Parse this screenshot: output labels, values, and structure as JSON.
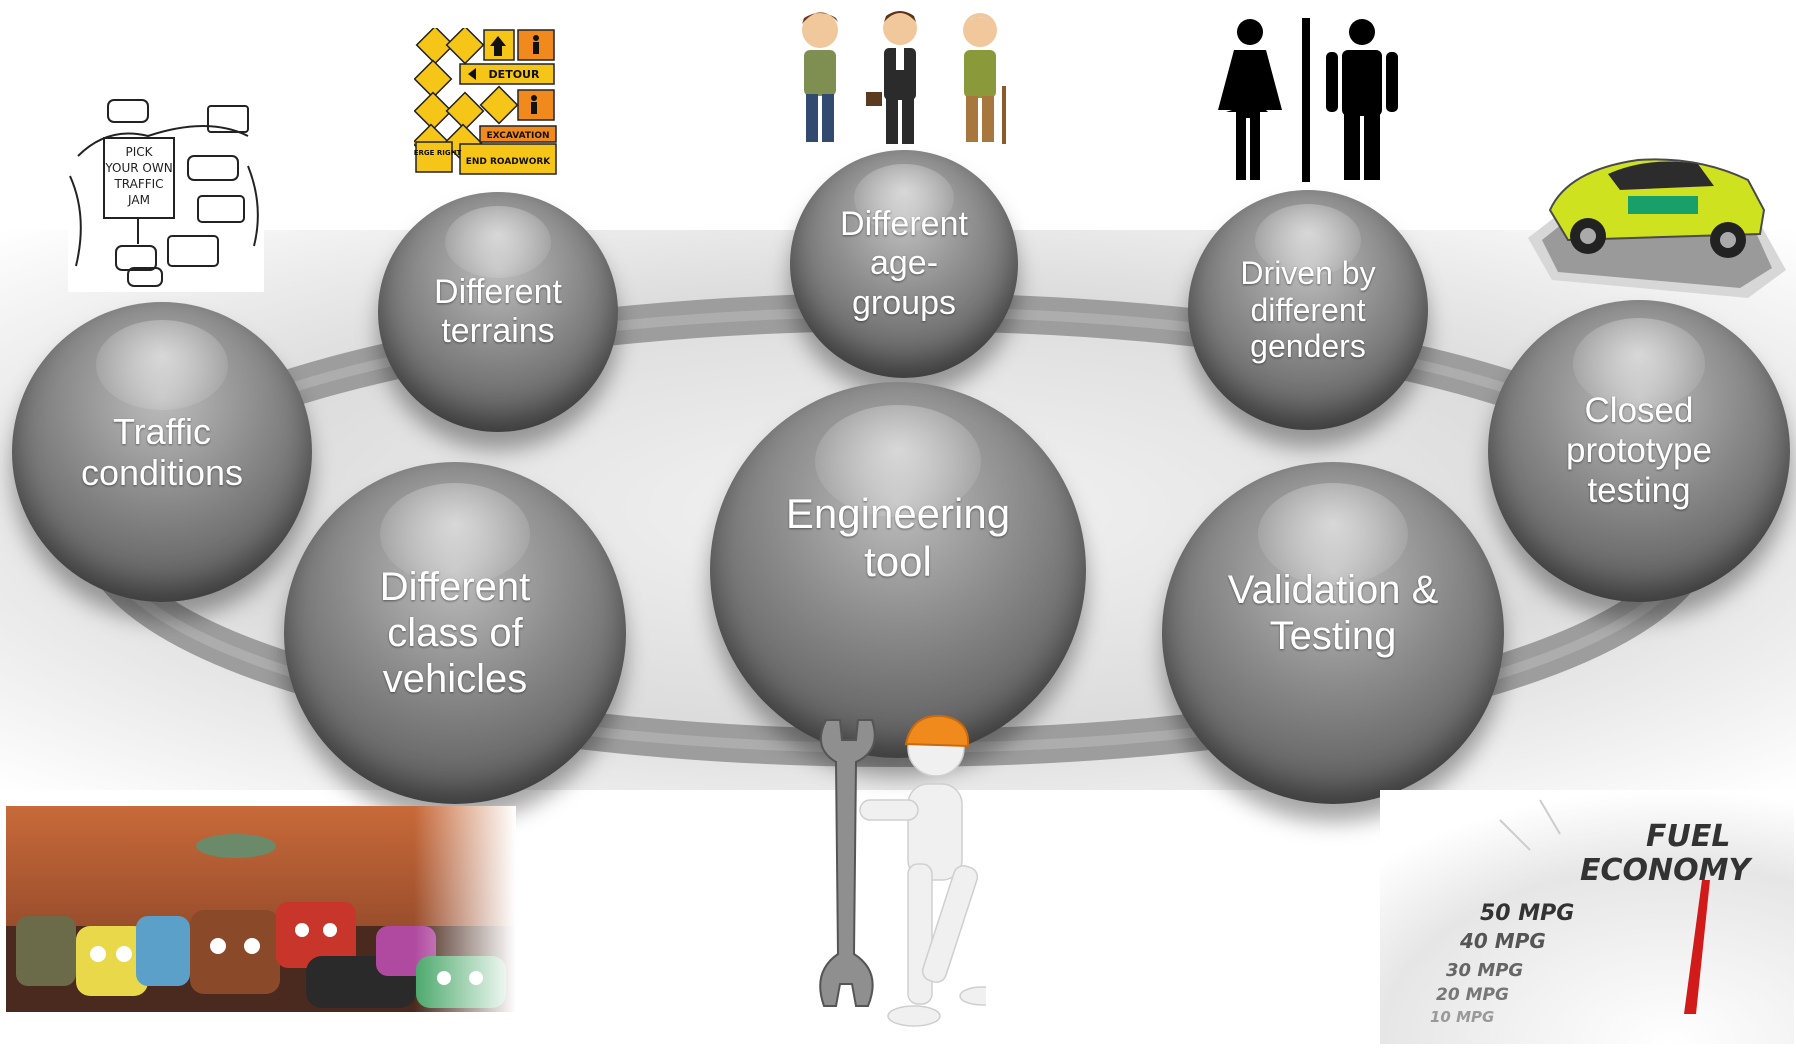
{
  "hub": {
    "label": "Engineering tool"
  },
  "nodes": [
    {
      "id": "traffic",
      "label": "Traffic conditions"
    },
    {
      "id": "terrains",
      "label": "Different terrains"
    },
    {
      "id": "age",
      "label": "Different age-groups"
    },
    {
      "id": "genders",
      "label": "Driven by different genders"
    },
    {
      "id": "prototype",
      "label": "Closed prototype testing"
    },
    {
      "id": "vehicles",
      "label": "Different class of vehicles"
    },
    {
      "id": "validation",
      "label": "Validation & Testing"
    }
  ],
  "images": {
    "traffic_sign": [
      "PICK",
      "YOUR OWN",
      "TRAFFIC",
      "JAM"
    ],
    "road_signs": {
      "detour": "DETOUR",
      "excavation": "EXCAVATION",
      "end_roadwork": "END ROADWORK",
      "merge_right": "MERGE RIGHT"
    },
    "fuel": {
      "title_line1": "FUEL",
      "title_line2": "ECONOMY",
      "marks": [
        "50 MPG",
        "40 MPG",
        "30 MPG",
        "20 MPG",
        "10 MPG"
      ]
    }
  },
  "colors": {
    "sphere": "#8d8d8d",
    "ring": "#9a9a9a",
    "text": "#ffffff",
    "sign_yellow": "#f5c518",
    "sign_orange": "#f08a1c"
  }
}
